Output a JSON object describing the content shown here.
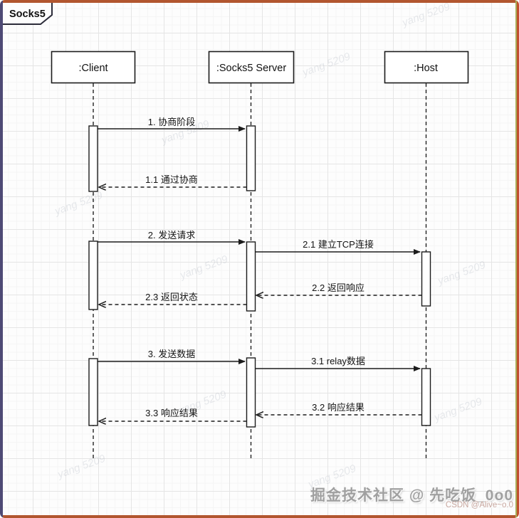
{
  "frame": {
    "title": "Socks5"
  },
  "participants": [
    {
      "label": ":Client"
    },
    {
      "label": ":Socks5 Server"
    },
    {
      "label": ":Host"
    }
  ],
  "messages": [
    {
      "id": "1",
      "label": "1. 协商阶段",
      "from": ":Client",
      "to": ":Socks5 Server",
      "type": "solid"
    },
    {
      "id": "1.1",
      "label": "1.1 通过协商",
      "from": ":Socks5 Server",
      "to": ":Client",
      "type": "dashed"
    },
    {
      "id": "2",
      "label": "2. 发送请求",
      "from": ":Client",
      "to": ":Socks5 Server",
      "type": "solid"
    },
    {
      "id": "2.1",
      "label": "2.1 建立TCP连接",
      "from": ":Socks5 Server",
      "to": ":Host",
      "type": "solid"
    },
    {
      "id": "2.2",
      "label": "2.2 返回响应",
      "from": ":Host",
      "to": ":Socks5 Server",
      "type": "dashed"
    },
    {
      "id": "2.3",
      "label": "2.3 返回状态",
      "from": ":Socks5 Server",
      "to": ":Client",
      "type": "dashed"
    },
    {
      "id": "3",
      "label": "3. 发送数据",
      "from": ":Client",
      "to": ":Socks5 Server",
      "type": "solid"
    },
    {
      "id": "3.1",
      "label": "3.1 relay数据",
      "from": ":Socks5 Server",
      "to": ":Host",
      "type": "solid"
    },
    {
      "id": "3.2",
      "label": "3.2 响应结果",
      "from": ":Host",
      "to": ":Socks5 Server",
      "type": "dashed"
    },
    {
      "id": "3.3",
      "label": "3.3 响应结果",
      "from": ":Socks5 Server",
      "to": ":Client",
      "type": "dashed"
    }
  ],
  "watermarks": {
    "diagonal": "yang 5209",
    "footer_main": "掘金技术社区 @ 先吃饭_0o0",
    "footer_sub": "CSDN @Alive~o.0"
  },
  "colors": {
    "edge_top_bottom": "#b2562f",
    "edge_left": "#4e4a75",
    "edge_right_outer": "#c0502f",
    "edge_right_inner": "#a8ad58",
    "diagram_ink": "#1c1c1c",
    "grid_major": "#e5e5e5",
    "grid_minor": "#f5f5f5"
  }
}
